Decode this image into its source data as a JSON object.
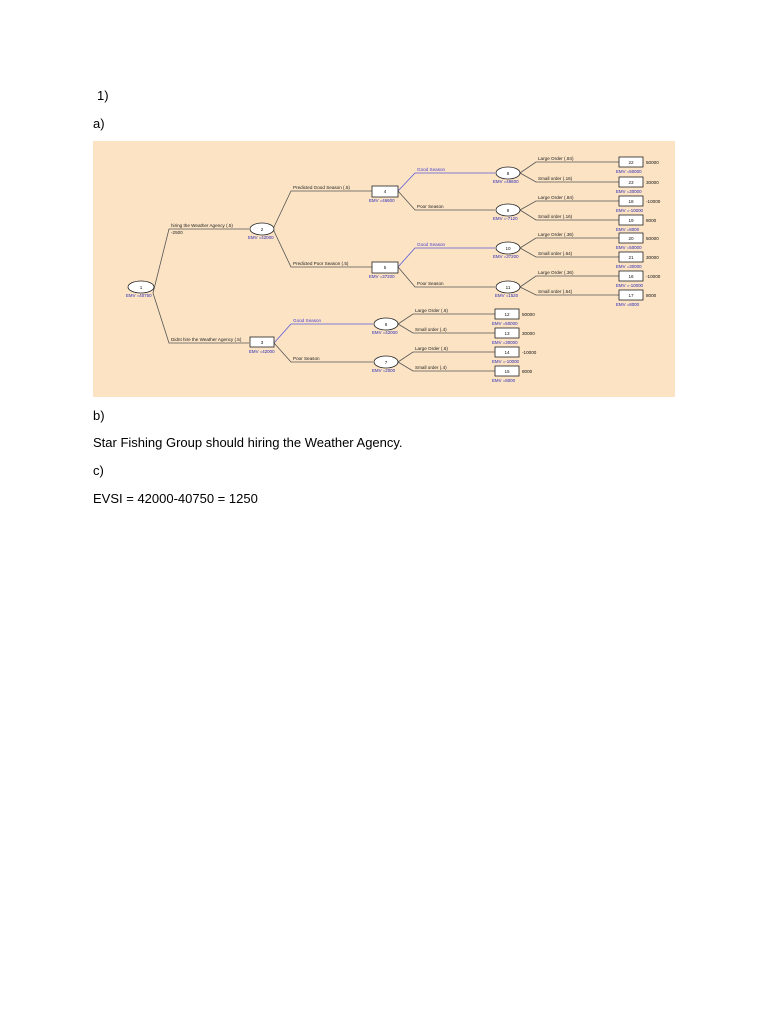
{
  "doc": {
    "q1": "1)",
    "qa": "a)",
    "qb": "b)",
    "answer_b": "Star Fishing Group should hiring the Weather Agency.",
    "qc": "c)",
    "answer_c": "EVSI = 42000-40750 = 1250"
  },
  "tree": {
    "nodes": {
      "n1": {
        "id": "1",
        "emv": "EMV =40750"
      },
      "n2": {
        "id": "2",
        "emv": "EMV =42000"
      },
      "n3": {
        "id": "3",
        "emv": "EMV =42000"
      },
      "n4": {
        "id": "4",
        "emv": "EMV =46600"
      },
      "n5": {
        "id": "5",
        "emv": "EMV =37200"
      },
      "n6": {
        "id": "6",
        "emv": "EMV =42000"
      },
      "n7": {
        "id": "7",
        "emv": "EMV =2000"
      },
      "n8": {
        "id": "8",
        "emv": "EMV =46600"
      },
      "n9": {
        "id": "9",
        "emv": "EMV =-7120"
      },
      "n10": {
        "id": "10",
        "emv": "EMV =37200"
      },
      "n11": {
        "id": "11",
        "emv": "EMV =1520"
      }
    },
    "branches": {
      "hire": "hiring the Weather Agency (.5)",
      "hire_cost": "-2500",
      "nohire": "Didnt hire the Weather Agency (.5)",
      "pred_good": "Predicted Good Season (.5)",
      "pred_poor": "Predicted Poor Season (.5)",
      "good_season": "Good Season",
      "poor_season": "Poor Season",
      "large_84": "Large Order (.84)",
      "small_16": "Small order (.16)",
      "large_36": "Large Order (.36)",
      "small_64": "Small order (.64)",
      "large_6": "Large Order (.6)",
      "small_4": "Small order (.4)"
    },
    "leaves": [
      {
        "id": "22",
        "value": "50000",
        "emv": "EMV =50000"
      },
      {
        "id": "23",
        "value": "30000",
        "emv": "EMV =30000"
      },
      {
        "id": "18",
        "value": "-10000",
        "emv": "EMV =-10000"
      },
      {
        "id": "19",
        "value": "8000",
        "emv": "EMV =8000"
      },
      {
        "id": "20",
        "value": "50000",
        "emv": "EMV =50000"
      },
      {
        "id": "21",
        "value": "30000",
        "emv": "EMV =30000"
      },
      {
        "id": "16",
        "value": "-10000",
        "emv": "EMV =-10000"
      },
      {
        "id": "17",
        "value": "8000",
        "emv": "EMV =8000"
      },
      {
        "id": "12",
        "value": "50000",
        "emv": "EMV =50000"
      },
      {
        "id": "13",
        "value": "30000",
        "emv": "EMV =30000"
      },
      {
        "id": "14",
        "value": "-10000",
        "emv": "EMV =-10000"
      },
      {
        "id": "15",
        "value": "8000",
        "emv": "EMV =8000"
      }
    ]
  }
}
